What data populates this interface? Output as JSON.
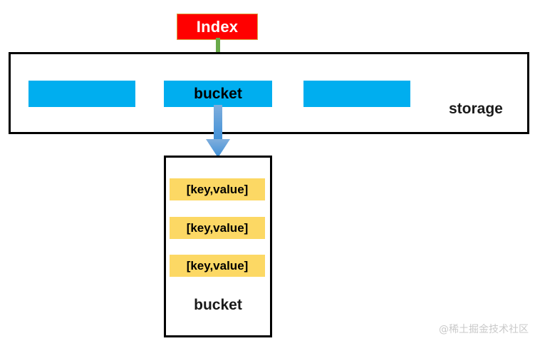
{
  "diagram": {
    "index_node": {
      "label": "Index",
      "fill": "#FF0000",
      "text_color": "#FFFFFF",
      "border": "#D9A441"
    },
    "storage": {
      "label": "storage",
      "border_color": "#000000",
      "slot_fill": "#00AEEF",
      "slots": [
        {
          "label": ""
        },
        {
          "label": "bucket"
        },
        {
          "label": ""
        }
      ]
    },
    "arrows": [
      {
        "name": "index-to-bucket",
        "color": "#6AAA4A"
      },
      {
        "name": "bucket-to-detail",
        "color": "#5B9BD5"
      }
    ],
    "bucket_detail": {
      "label": "bucket",
      "entry_fill": "#FCD864",
      "border_color": "#000000",
      "entries": [
        {
          "label": "[key,value]"
        },
        {
          "label": "[key,value]"
        },
        {
          "label": "[key,value]"
        }
      ]
    },
    "watermark": {
      "text": "@稀土掘金技术社区"
    }
  }
}
